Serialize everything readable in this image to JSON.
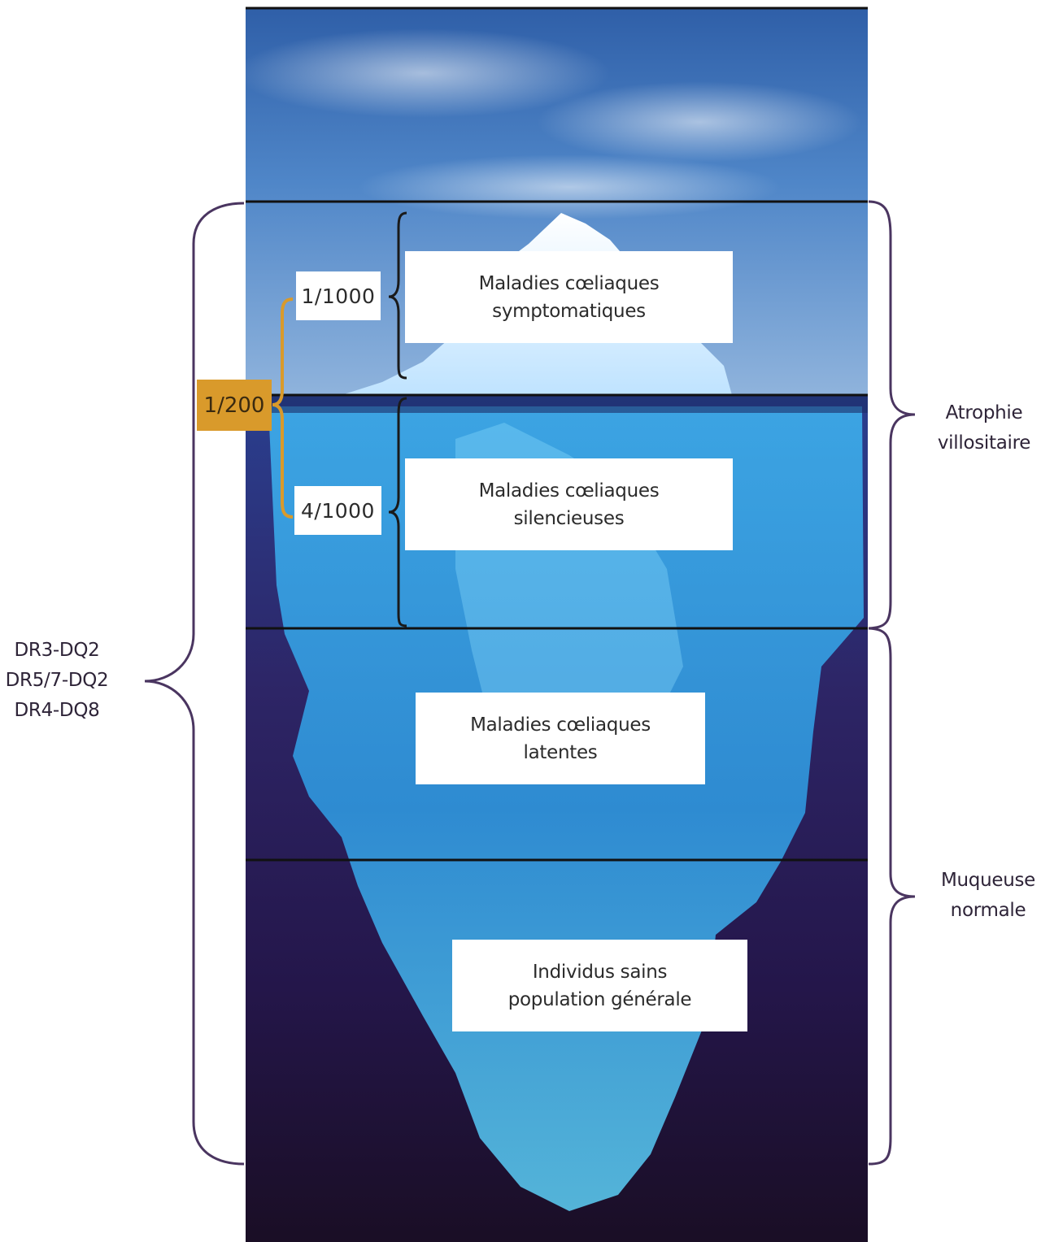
{
  "boxes": {
    "symptomatic": {
      "line1": "Maladies cœliaques",
      "line2": "symptomatiques"
    },
    "silent": {
      "line1": "Maladies cœliaques",
      "line2": "silencieuses"
    },
    "latent": {
      "line1": "Maladies cœliaques",
      "line2": "latentes"
    },
    "healthy": {
      "line1": "Individus sains",
      "line2": "population générale"
    }
  },
  "ratios": {
    "symptomatic": "1/1000",
    "silent": "4/1000",
    "total": "1/200"
  },
  "right_labels": {
    "atrophy": {
      "line1": "Atrophie",
      "line2": "villositaire"
    },
    "normal": {
      "line1": "Muqueuse",
      "line2": "normale"
    }
  },
  "left_label": {
    "line1": "DR3-DQ2",
    "line2": "DR5/7-DQ2",
    "line3": "DR4-DQ8"
  },
  "colors": {
    "brace": "#4a3560",
    "inner_brace": "#1a1a1a",
    "gold": "#d99a2b",
    "sky": "#3f72b8",
    "deep_water": "#1e0f2e",
    "ice": "#5fc3f0"
  }
}
